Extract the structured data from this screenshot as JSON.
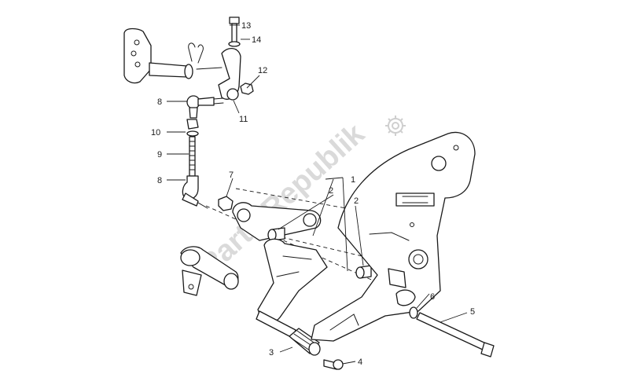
{
  "watermark": {
    "text": "Parts Republik",
    "icon": "gear-icon"
  },
  "callouts": [
    {
      "id": "c13a",
      "label": "13"
    },
    {
      "id": "c14",
      "label": "14"
    },
    {
      "id": "c12",
      "label": "12"
    },
    {
      "id": "c8a",
      "label": "8"
    },
    {
      "id": "c11",
      "label": "11"
    },
    {
      "id": "c10",
      "label": "10"
    },
    {
      "id": "c9",
      "label": "9"
    },
    {
      "id": "c8b",
      "label": "8"
    },
    {
      "id": "c7",
      "label": "7"
    },
    {
      "id": "c1",
      "label": "1"
    },
    {
      "id": "c2a",
      "label": "2"
    },
    {
      "id": "c2b",
      "label": "2"
    },
    {
      "id": "c6",
      "label": "6"
    },
    {
      "id": "c5",
      "label": "5"
    },
    {
      "id": "c3",
      "label": "3"
    },
    {
      "id": "c4",
      "label": "4"
    }
  ]
}
